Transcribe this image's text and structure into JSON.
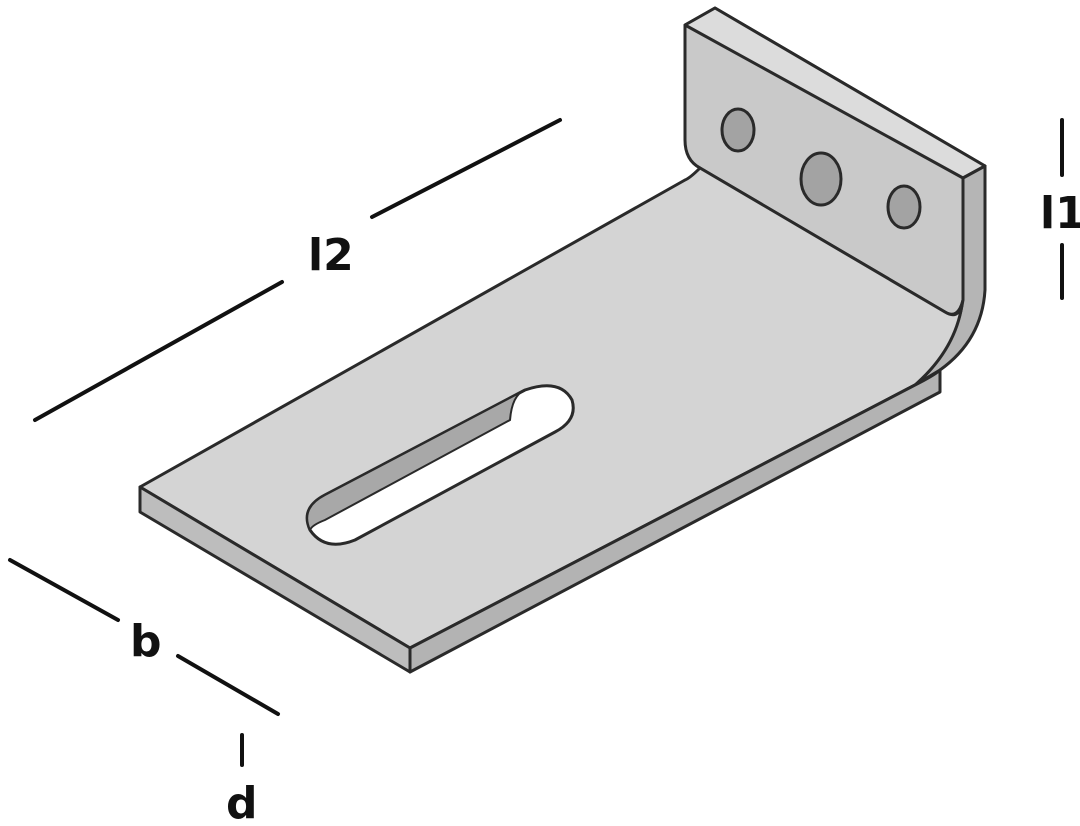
{
  "dimensions": {
    "l1": "l1",
    "l2": "l2",
    "b": "b",
    "d": "d"
  },
  "colors": {
    "top_face": "#d4d4d4",
    "side_face": "#bdbdbd",
    "upright_face": "#c9c9c9",
    "edge": "#2a2a2a",
    "hole": "#9e9e9e",
    "slot_inner": "#a8a8a8",
    "label": "#111111"
  },
  "icons": {
    "bracket": "angle-bracket-icon"
  }
}
